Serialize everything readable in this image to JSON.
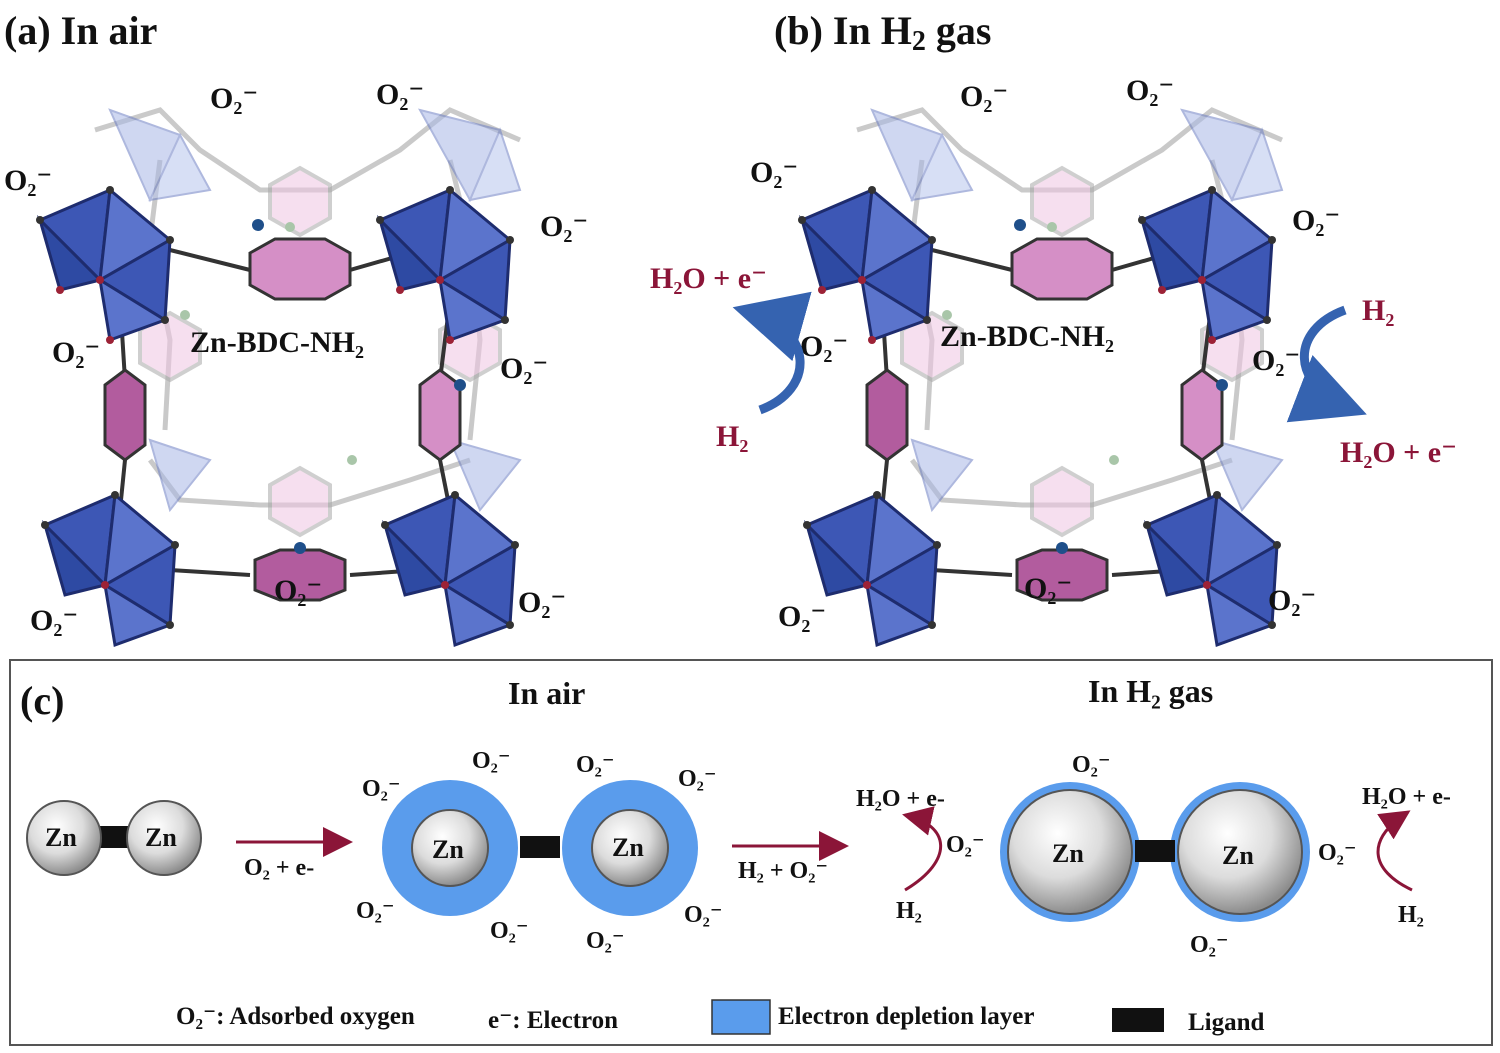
{
  "panel_a": {
    "label": "(a) In air",
    "mof_label": "Zn-BDC-NH₂"
  },
  "panel_b": {
    "label_prefix": "(b) In H",
    "label_sub": "2",
    "label_suffix": " gas",
    "mof_label": "Zn-BDC-NH₂",
    "left_product": "H₂O + e⁻",
    "left_reactant": "H₂",
    "right_reactant": "H₂",
    "right_product": "H₂O + e⁻"
  },
  "oxygen_symbol": "O₂⁻",
  "panel_c": {
    "label": "(c)",
    "title_air": "In air",
    "title_h2": "In H₂ gas",
    "zn": "Zn",
    "step1": "O₂ + e-",
    "step2": "H₂ + O₂⁻",
    "left_product": "H₂O + e-",
    "left_reactant": "H₂",
    "right_product": "H₂O + e-",
    "right_reactant": "H₂"
  },
  "legend": {
    "oxygen": "O₂⁻: Adsorbed oxygen",
    "electron": "e⁻: Electron",
    "depletion": "Electron depletion layer",
    "ligand": "Ligand"
  },
  "colors": {
    "tetra_dark": "#3d57b5",
    "tetra_light": "#a9b8e6",
    "ring_dark": "#b25c9e",
    "ring_light": "#f0c6e2",
    "depletion_blue": "#5a9cec",
    "arrow_red": "#8b1538",
    "arrow_blue": "#3563b0"
  }
}
